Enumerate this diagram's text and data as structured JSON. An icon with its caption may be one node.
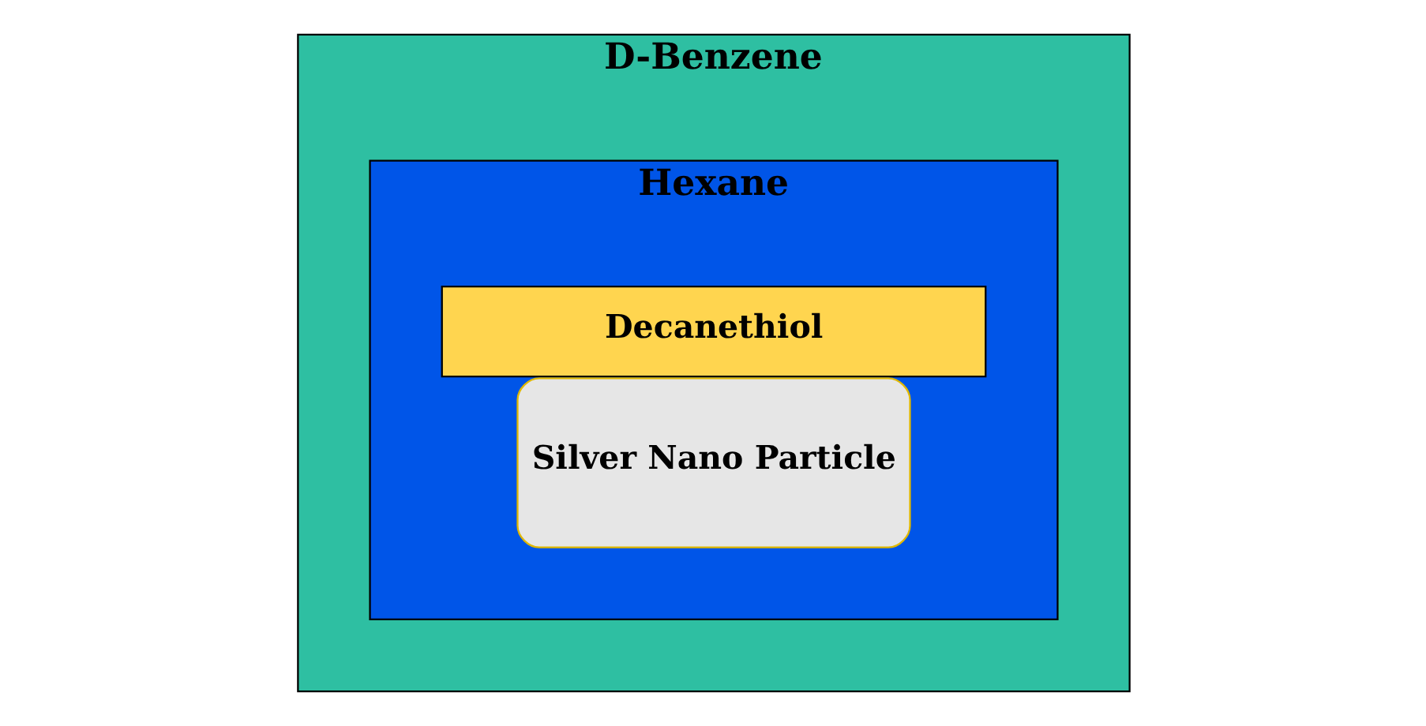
{
  "diagram": {
    "nodes": [
      {
        "text": [
          "D-Benzene"
        ]
      },
      {
        "text": [
          "Hexane"
        ],
        "in": 0
      },
      {
        "text": [
          "Decanethiol"
        ],
        "in": 1
      },
      {
        "text": [
          "Silver Nano Particle"
        ],
        "in": 1
      }
    ],
    "edges": []
  }
}
